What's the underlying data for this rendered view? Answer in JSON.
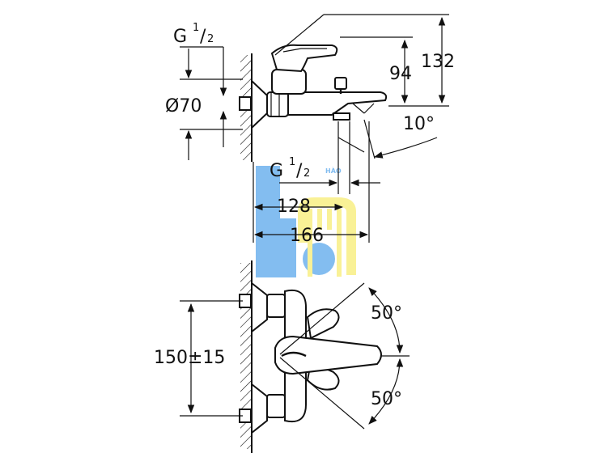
{
  "labels": {
    "thread_top": "G",
    "thread_top_sup": "1",
    "thread_top_sub": "2",
    "diameter": "Ø70",
    "height_94": "94",
    "height_132": "132",
    "angle_spout": "10°",
    "thread_mid": "G",
    "thread_mid_sup": "1",
    "thread_mid_sub": "2",
    "depth_128": "128",
    "depth_166": "166",
    "center_distance": "150±15",
    "angle_upper": "50°",
    "angle_lower": "50°"
  },
  "watermark": {
    "text": "HÀO",
    "blue": "#1e88e5",
    "yellow": "#f5e642"
  }
}
